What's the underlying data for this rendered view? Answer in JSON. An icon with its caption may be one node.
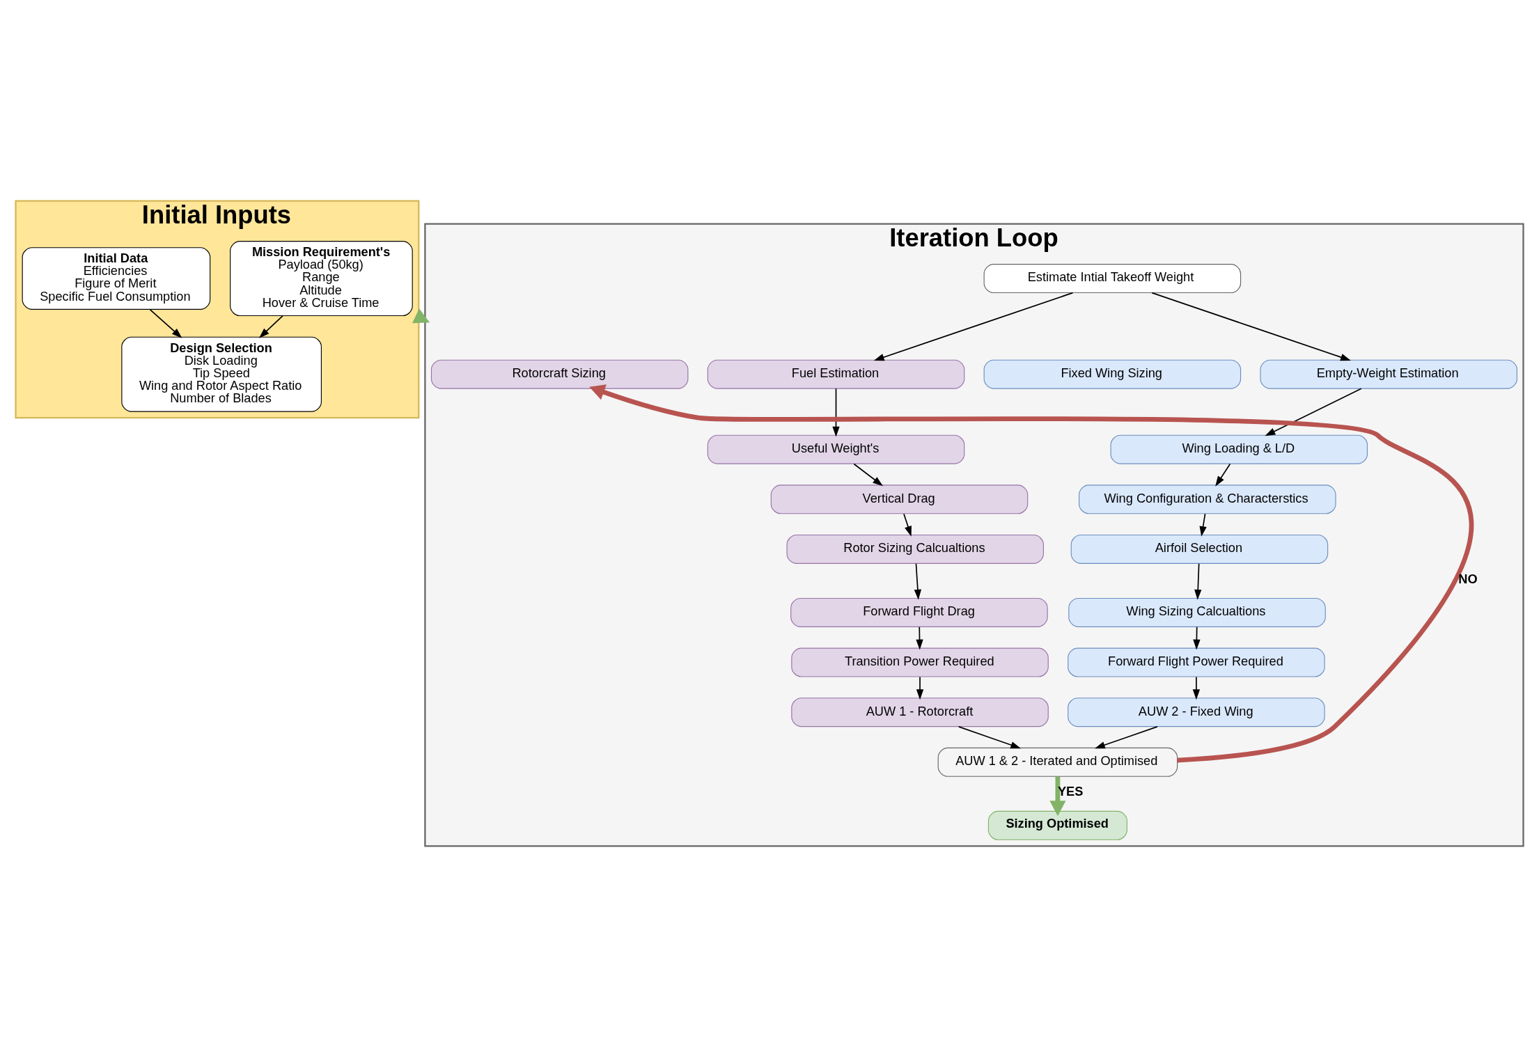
{
  "diagram": {
    "nodes": [
      {
        "text": [
          "Initial Inputs"
        ]
      },
      {
        "text": [
          "Mission Requirement's",
          "Payload (50kg)",
          "Range",
          "Altitude",
          "Hover & Cruise Time"
        ],
        "in": 0
      },
      {
        "text": [
          "Design Selection",
          "Disk Loading",
          "Tip Speed",
          "Wing and Rotor Aspect Ratio",
          "Number of Blades"
        ],
        "in": 0
      },
      {
        "text": [
          "Initial Data",
          "Efficiencies",
          "Figure of Merit",
          "Specific Fuel Consumption"
        ],
        "in": 0
      },
      {
        "text": [
          "Iteration Loop"
        ]
      },
      {
        "text": [
          "Rotorcraft Sizing"
        ],
        "in": 4
      },
      {
        "text": [
          "Fixed Wing Sizing"
        ],
        "in": 4
      },
      {
        "text": [
          "Estimate Intial Takeoff Weight"
        ],
        "in": 4
      },
      {
        "text": [
          "Fuel Estimation"
        ],
        "in": 4
      },
      {
        "text": [
          "Empty-Weight Estimation"
        ],
        "in": 4
      },
      {
        "text": [
          "Useful Weight's"
        ],
        "in": 4
      },
      {
        "text": [
          "Wing Loading & L/D"
        ],
        "in": 4
      },
      {
        "text": [
          "Vertical Drag"
        ],
        "in": 4
      },
      {
        "text": [
          "Wing Configuration & Characterstics"
        ],
        "in": 4
      },
      {
        "text": [
          "Rotor Sizing Calcualtions"
        ],
        "in": 4
      },
      {
        "text": [
          "Airfoil Selection"
        ],
        "in": 4
      },
      {
        "text": [
          "Forward Flight Drag"
        ],
        "in": 4
      },
      {
        "text": [
          "Wing Sizing Calcualtions"
        ],
        "in": 4
      },
      {
        "text": [
          "Transition Power Required"
        ],
        "in": 4
      },
      {
        "text": [
          "Forward Flight Power Required"
        ],
        "in": 4
      },
      {
        "text": [
          "AUW 1 - Rotorcraft"
        ],
        "in": 4
      },
      {
        "text": [
          "AUW 2 - Fixed Wing"
        ],
        "in": 4
      },
      {
        "text": [
          "AUW 1 & 2 - Iterated and Optimised"
        ],
        "in": 4
      },
      {
        "text": [
          "Sizing Optimised"
        ],
        "in": 4
      }
    ],
    "edges": [
      {
        "from": 1,
        "to": 2,
        "arrow": "to"
      },
      {
        "from": 3,
        "to": 2,
        "arrow": "to"
      },
      {
        "from": 0,
        "to": 4,
        "arrow": "to",
        "style": "thick",
        "color": "#82b366"
      },
      {
        "from": 7,
        "to": 8,
        "arrow": "to"
      },
      {
        "from": 7,
        "to": 9,
        "arrow": "to"
      },
      {
        "from": 8,
        "to": 10,
        "arrow": "to"
      },
      {
        "from": 10,
        "to": 12,
        "arrow": "to"
      },
      {
        "from": 12,
        "to": 14,
        "arrow": "to"
      },
      {
        "from": 14,
        "to": 16,
        "arrow": "to"
      },
      {
        "from": 16,
        "to": 18,
        "arrow": "to"
      },
      {
        "from": 18,
        "to": 20,
        "arrow": "to"
      },
      {
        "from": 9,
        "to": 11,
        "arrow": "to"
      },
      {
        "from": 11,
        "to": 13,
        "arrow": "to"
      },
      {
        "from": 13,
        "to": 15,
        "arrow": "to"
      },
      {
        "from": 15,
        "to": 17,
        "arrow": "to"
      },
      {
        "from": 17,
        "to": 19,
        "arrow": "to"
      },
      {
        "from": 19,
        "to": 21,
        "arrow": "to"
      },
      {
        "from": 20,
        "to": 22,
        "arrow": "to"
      },
      {
        "from": 21,
        "to": 22,
        "arrow": "to"
      },
      {
        "from": 22,
        "to": 4,
        "arrow": "to",
        "label": "NO",
        "style": "thick",
        "color": "#b85450"
      },
      {
        "from": 22,
        "to": 23,
        "arrow": "to",
        "label": "YES",
        "style": "thick",
        "color": "#82b366"
      }
    ]
  }
}
